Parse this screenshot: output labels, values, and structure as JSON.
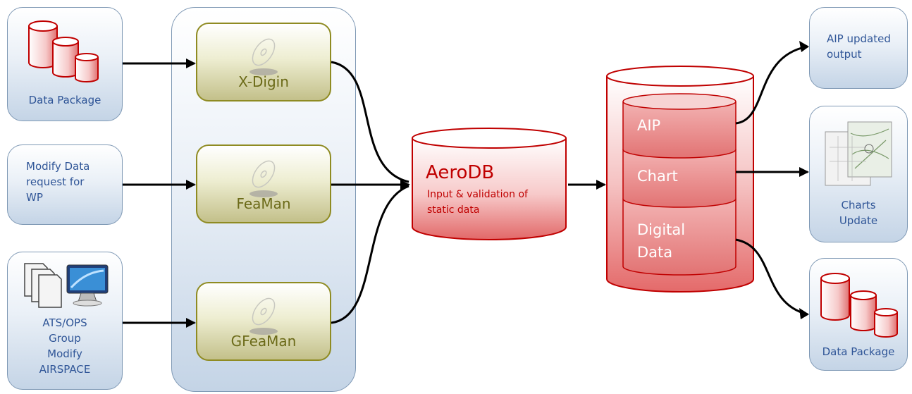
{
  "inputs": {
    "data_package": "Data Package",
    "modify_request": [
      "Modify Data",
      "request for",
      "WP"
    ],
    "ats_ops": [
      "ATS/OPS",
      "Group",
      "Modify",
      "AIRSPACE"
    ]
  },
  "tools": [
    "X-Digin",
    "FeaMan",
    "GFeaMan"
  ],
  "aerodb": {
    "title": "AeroDB",
    "subtitle": [
      "Input & validation of",
      "static data"
    ]
  },
  "db_layers": [
    "AIP",
    "Chart",
    "Digital",
    "Data"
  ],
  "outputs": {
    "aip": [
      "AIP updated",
      "output"
    ],
    "charts": [
      "Charts",
      "Update"
    ],
    "data_package": "Data Package"
  },
  "colors": {
    "box_border": "#7f99b5",
    "tool_border": "#8f8b22",
    "db_red": "#c00000",
    "text_blue": "#2f5597"
  }
}
